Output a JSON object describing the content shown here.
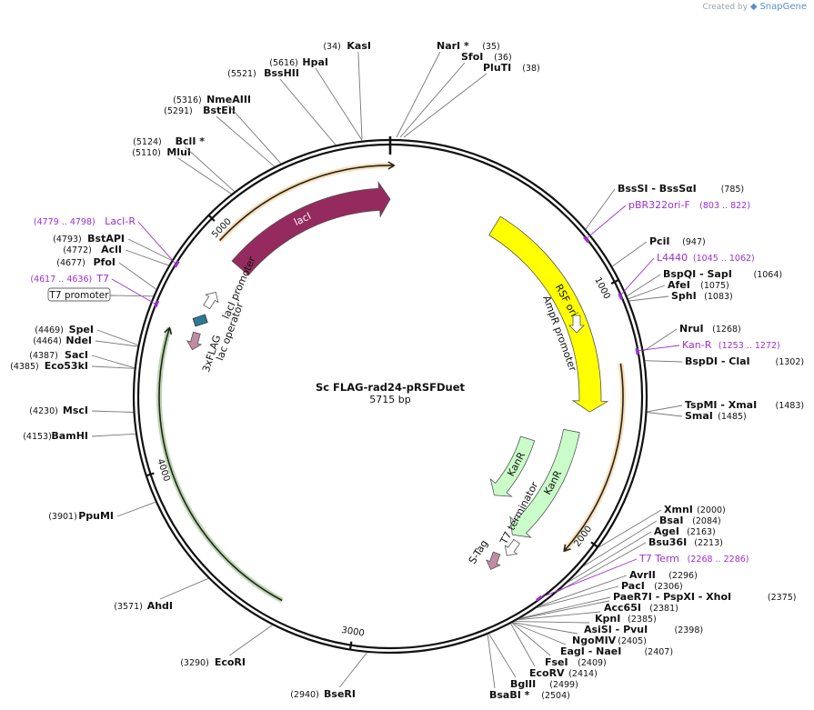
{
  "brand": {
    "created_by": "Created by",
    "app": "SnapGene"
  },
  "title": "Sc FLAG-rad24-pRSFDuet",
  "length_label": "5715 bp",
  "total_bp": 5715,
  "ticks": [
    {
      "pos": 0,
      "label": ""
    },
    {
      "pos": 1000,
      "label": "1000"
    },
    {
      "pos": 2000,
      "label": "2000"
    },
    {
      "pos": 3000,
      "label": "3000"
    },
    {
      "pos": 4000,
      "label": "4000"
    },
    {
      "pos": 5000,
      "label": "5000"
    }
  ],
  "sites": [
    {
      "name": "KasI",
      "pos_label": "(34)",
      "pos": 34,
      "pos_first": true
    },
    {
      "name": "NarI *",
      "pos_label": "(35)",
      "pos": 35
    },
    {
      "name": "SfoI",
      "pos_label": "(36)",
      "pos": 36
    },
    {
      "name": "PluTI",
      "pos_label": "(38)",
      "pos": 38
    },
    {
      "name": "BssSI  - BssSαI",
      "pos_label": "(785)",
      "pos": 785
    },
    {
      "name": "PciI",
      "pos_label": "(947)",
      "pos": 947
    },
    {
      "name": "BspQI  - SapI",
      "pos_label": "(1064)",
      "pos": 1064
    },
    {
      "name": "AfeI",
      "pos_label": "(1075)",
      "pos": 1075
    },
    {
      "name": "SphI",
      "pos_label": "(1083)",
      "pos": 1083
    },
    {
      "name": "NruI",
      "pos_label": "(1268)",
      "pos": 1268
    },
    {
      "name": "BspDI  - ClaI",
      "pos_label": "(1302)",
      "pos": 1302
    },
    {
      "name": "TspMI  - XmaI",
      "pos_label": "(1483)",
      "pos": 1483
    },
    {
      "name": "SmaI",
      "pos_label": "(1485)",
      "pos": 1485
    },
    {
      "name": "XmnI",
      "pos_label": "(2000)",
      "pos": 2000
    },
    {
      "name": "BsaI",
      "pos_label": "(2084)",
      "pos": 2084
    },
    {
      "name": "AgeI",
      "pos_label": "(2163)",
      "pos": 2163
    },
    {
      "name": "Bsu36I",
      "pos_label": "(2213)",
      "pos": 2213
    },
    {
      "name": "AvrII",
      "pos_label": "(2296)",
      "pos": 2296
    },
    {
      "name": "PacI",
      "pos_label": "(2306)",
      "pos": 2306
    },
    {
      "name": "PaeR7I  - PspXI  - XhoI",
      "pos_label": "(2375)",
      "pos": 2375
    },
    {
      "name": "Acc65I",
      "pos_label": "(2381)",
      "pos": 2381
    },
    {
      "name": "KpnI",
      "pos_label": "(2385)",
      "pos": 2385
    },
    {
      "name": "AsiSI  - PvuI",
      "pos_label": "(2398)",
      "pos": 2398
    },
    {
      "name": "NgoMIV",
      "pos_label": "(2405)",
      "pos": 2405
    },
    {
      "name": "EagI  - NaeI",
      "pos_label": "(2407)",
      "pos": 2407
    },
    {
      "name": "FseI",
      "pos_label": "(2409)",
      "pos": 2409
    },
    {
      "name": "EcoRV",
      "pos_label": "(2414)",
      "pos": 2414
    },
    {
      "name": "BglII",
      "pos_label": "(2499)",
      "pos": 2499
    },
    {
      "name": "BsaBI *",
      "pos_label": "(2504)",
      "pos": 2504
    },
    {
      "name": "BseRI",
      "pos_label": "(2940)",
      "pos": 2940,
      "pos_first": true
    },
    {
      "name": "EcoRI",
      "pos_label": "(3290)",
      "pos": 3290,
      "pos_first": true
    },
    {
      "name": "AhdI",
      "pos_label": "(3571)",
      "pos": 3571,
      "pos_first": true
    },
    {
      "name": "PpuMI",
      "pos_label": "(3901)",
      "pos": 3901,
      "pos_first": true
    },
    {
      "name": "BamHI",
      "pos_label": "(4153)",
      "pos": 4153,
      "pos_first": true
    },
    {
      "name": "MscI",
      "pos_label": "(4230)",
      "pos": 4230,
      "pos_first": true
    },
    {
      "name": "Eco53kI",
      "pos_label": "(4385)",
      "pos": 4385,
      "pos_first": true
    },
    {
      "name": "SacI",
      "pos_label": "(4387)",
      "pos": 4387,
      "pos_first": true
    },
    {
      "name": "NdeI",
      "pos_label": "(4464)",
      "pos": 4464,
      "pos_first": true
    },
    {
      "name": "SpeI",
      "pos_label": "(4469)",
      "pos": 4469,
      "pos_first": true
    },
    {
      "name": "PfoI",
      "pos_label": "(4677)",
      "pos": 4677,
      "pos_first": true
    },
    {
      "name": "AclI",
      "pos_label": "(4772)",
      "pos": 4772,
      "pos_first": true
    },
    {
      "name": "BstAPI",
      "pos_label": "(4793)",
      "pos": 4793,
      "pos_first": true
    },
    {
      "name": "MluI",
      "pos_label": "(5110)",
      "pos": 5110,
      "pos_first": true
    },
    {
      "name": "BclI *",
      "pos_label": "(5124)",
      "pos": 5124,
      "pos_first": true
    },
    {
      "name": "BstEII",
      "pos_label": "(5291)",
      "pos": 5291,
      "pos_first": true
    },
    {
      "name": "NmeAIII",
      "pos_label": "(5316)",
      "pos": 5316,
      "pos_first": true
    },
    {
      "name": "BssHII",
      "pos_label": "(5521)",
      "pos": 5521,
      "pos_first": true
    },
    {
      "name": "HpaI",
      "pos_label": "(5616)",
      "pos": 5616,
      "pos_first": true
    }
  ],
  "primers": [
    {
      "name": "pBR322ori-F",
      "range_label": "(803 .. 822)",
      "start": 803,
      "end": 822
    },
    {
      "name": "L4440",
      "range_label": "(1045 .. 1062)",
      "start": 1045,
      "end": 1062
    },
    {
      "name": "Kan-R",
      "range_label": "(1253 .. 1272)",
      "start": 1253,
      "end": 1272
    },
    {
      "name": "T7 Term",
      "range_label": "(2268 .. 2286)",
      "start": 2268,
      "end": 2286
    },
    {
      "name": "LacI-R",
      "range_label": "(4779 .. 4798)",
      "start": 4779,
      "end": 4798,
      "pos_first": true
    },
    {
      "name": "T7",
      "range_label": "(4617 .. 4636)",
      "start": 4617,
      "end": 4636,
      "pos_first": true
    }
  ],
  "boxed_label": "T7 promoter",
  "features": [
    {
      "name": "lacI",
      "start": 4930,
      "end": 5715,
      "color": "#952a5e",
      "type": "arrow",
      "label_color": "#ffffff"
    },
    {
      "name": "RSF ori",
      "start": 500,
      "end": 1500,
      "color": "#ffff00",
      "type": "arrow",
      "label_color": "#111111"
    },
    {
      "name": "KanR",
      "start": 1600,
      "end": 2200,
      "color": "#c9fcc8",
      "type": "arrow",
      "label_color": "#111111"
    },
    {
      "name": "KanR",
      "start": 1700,
      "end": 2120,
      "color": "#c9fcc8",
      "type": "arrow_inner",
      "label_color": "#111111"
    },
    {
      "name": "AmpR promoter",
      "start": 1385,
      "end": 1475,
      "color": "#ffffff",
      "type": "small_arrow"
    },
    {
      "name": "T7 terminator",
      "start": 2300,
      "end": 2360,
      "color": "#ffffff",
      "type": "small_arrow"
    },
    {
      "name": "S-Tag",
      "start": 2440,
      "end": 2500,
      "color": "#c28ba4",
      "type": "small_arrow"
    },
    {
      "name": "lacI promoter",
      "start": 4840,
      "end": 4920,
      "color": "#ffffff",
      "type": "small_arrow"
    },
    {
      "name": "lac operator",
      "start": 4580,
      "end": 4620,
      "color": "#2b7b96",
      "type": "box"
    },
    {
      "name": "3xFLAG",
      "start": 4540,
      "end": 4580,
      "color": "#c28ba4",
      "type": "small_arrow_ccw"
    }
  ],
  "colors": {
    "backbone": "#111111",
    "site_line": "#777777",
    "primer": "#9d2fd0",
    "orange_arc": "#f2a530",
    "green_arc": "#3f8f1c"
  }
}
